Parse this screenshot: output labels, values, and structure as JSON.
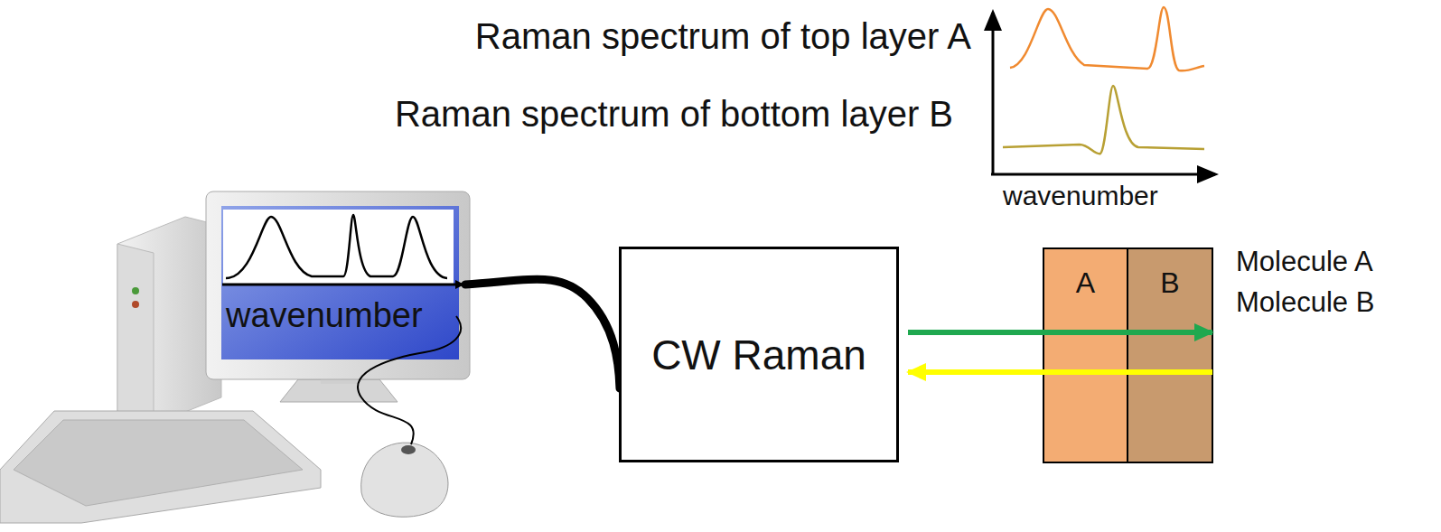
{
  "diagram": {
    "nodes": [
      {
        "text": [
          "CW Raman"
        ]
      },
      {
        "text": [
          "A"
        ]
      },
      {
        "text": [
          "B"
        ]
      }
    ],
    "edges": [
      {
        "from": 0,
        "to": 2,
        "arrow": "to"
      },
      {
        "from": 2,
        "to": 0,
        "arrow": "to"
      }
    ],
    "labels": [
      "Raman spectrum of top layer A",
      "Raman spectrum of bottom layer B",
      "wavenumber",
      "wavenumber",
      "Molecule A",
      "Molecule B"
    ]
  }
}
